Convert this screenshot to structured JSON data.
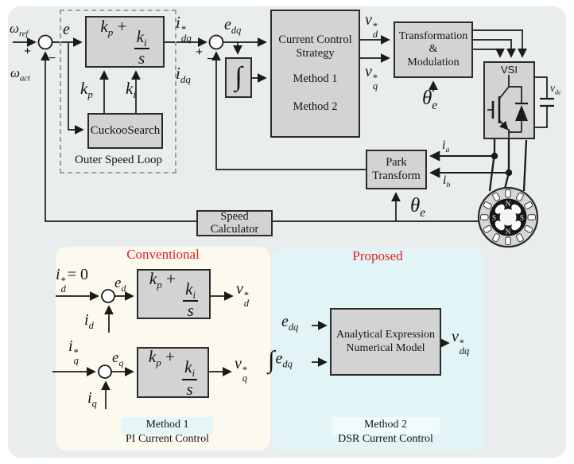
{
  "colors": {
    "accent_red": "#e41e20",
    "block_fill": "#d3d3d3",
    "figure_bg": "#e9edee",
    "conventional_bg": "#fcfaef",
    "proposed_bg": "#e2f4f6",
    "method_highlight": "#e4f6f7",
    "line": "#1a1a1a"
  },
  "top": {
    "signals": {
      "omega_ref": "<i>ω</i><sub><i>ref</i></sub>",
      "omega_act": "<i>ω</i><sub><i>act</i></sub>",
      "plus": "+",
      "minus": "−",
      "e": "<i>e</i>",
      "kp": "<i>k</i><sub><i>p</i></sub>",
      "ki": "<i>k</i><sub><i>i</i></sub>",
      "i_dq_ref": "<i>i</i><span class=\"stk\"><span>*</span><span><i>dq</i></span></span>",
      "e_dq": "<i>e</i><sub><i>dq</i></sub>",
      "i_dq": "<i>i</i><sub><i>dq</i></sub>",
      "v_d_ref": "<i>v</i><span class=\"stk\"><span>*</span><span><i>d</i></span></span>",
      "v_q_ref": "<i>v</i><span class=\"stk\"><span>*</span><span><i>q</i></span></span>",
      "theta_e": "<i>θ</i><sub><i>e</i></sub>",
      "i_a": "<i>i</i><sub><i>a</i></sub>",
      "i_b": "<i>i</i><sub><i>b</i></sub>",
      "v_dc": "<i>v</i><sub><i>dc</i></sub>"
    },
    "blocks": {
      "pi_formula": "<i>k</i><sub><i>p</i></sub> + <span class=\"frac\"><span class=\"fn\"><i>k</i><sub><i>i</i></sub></span><span class=\"fd\"><i>s</i></span></span>",
      "cuckoo": "CuckooSearch",
      "outer_loop": "Outer Speed Loop",
      "integrator": "∫",
      "ccs_line1": "Current Control",
      "ccs_line2": "Strategy",
      "ccs_method1": "Method 1",
      "ccs_method2": "Method 2",
      "tm_line1": "Transformation",
      "tm_line2": "&",
      "tm_line3": "Modulation",
      "vsi": "VSI",
      "park_line1": "Park",
      "park_line2": "Transform",
      "sc_line1": "Speed",
      "sc_line2": "Calculator"
    }
  },
  "conventional": {
    "title": "Conventional",
    "signals": {
      "i_d_ref_zero": "<i>i</i><span class=\"stk\"><span>*</span><span><i>d</i></span></span><span class=\"pln\">= 0</span>",
      "e_d": "<i>e</i><sub><i>d</i></sub>",
      "i_d": "<i>i</i><sub><i>d</i></sub>",
      "v_d_ref": "<i>v</i><span class=\"stk\"><span>*</span><span><i>d</i></span></span>",
      "i_q_ref": "<i>i</i><span class=\"stk\"><span>*</span><span><i>q</i></span></span>",
      "e_q": "<i>e</i><sub><i>q</i></sub>",
      "i_q": "<i>i</i><sub><i>q</i></sub>",
      "v_q_ref": "<i>v</i><span class=\"stk\"><span>*</span><span><i>q</i></span></span>",
      "pi_formula": "<i>k</i><sub><i>p</i></sub> + <span class=\"frac\"><span class=\"fn\"><i>k</i><sub><i>i</i></sub></span><span class=\"fd\"><i>s</i></span></span>"
    },
    "caption_line1": "Method 1",
    "caption_line2": "PI Current Control"
  },
  "proposed": {
    "title": "Proposed",
    "signals": {
      "e_dq": "<i>e</i><sub><i>dq</i></sub>",
      "int_e_dq": "<span class=\"bint\">∫</span><i>e</i><sub><i>dq</i></sub>",
      "v_dq_ref": "<i>v</i><span class=\"stk\"><span>*</span><span><i>dq</i></span></span>"
    },
    "block_line1": "Analytical Expression",
    "block_line2": "Numerical Model",
    "caption_line1": "Method 2",
    "caption_line2": "DSR  Current Control"
  },
  "motor": {
    "poles": [
      "N",
      "S",
      "S",
      "N"
    ]
  }
}
